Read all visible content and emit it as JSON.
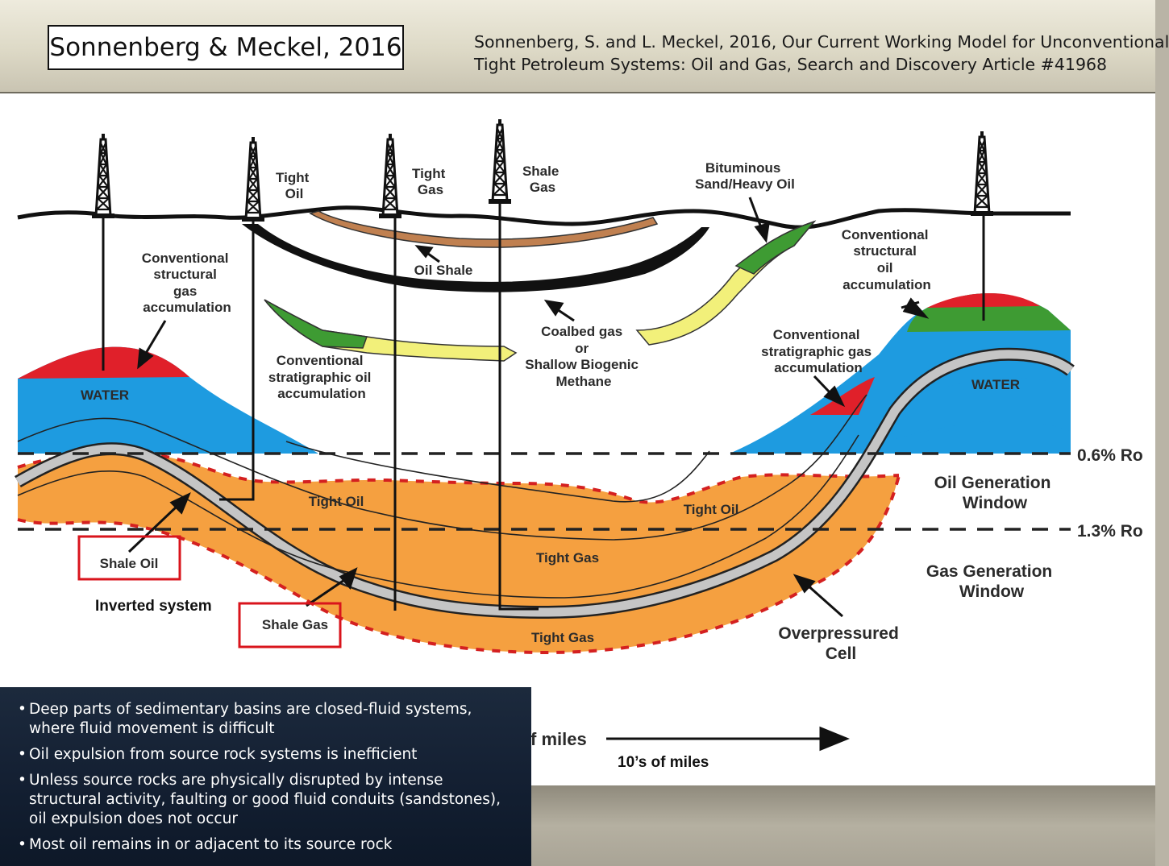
{
  "header": {
    "title": "Sonnenberg & Meckel, 2016",
    "citation_line1": "Sonnenberg, S. and L. Meckel, 2016, Our Current Working Model for Unconventional",
    "citation_line2": "Tight Petroleum Systems: Oil and Gas, Search and Discovery Article #41968"
  },
  "diagram": {
    "labels": {
      "tight_oil_well": [
        "Tight",
        "Oil"
      ],
      "tight_gas_well": [
        "Tight",
        "Gas"
      ],
      "shale_gas_well": [
        "Shale",
        "Gas"
      ],
      "bituminous": [
        "Bituminous",
        "Sand/Heavy Oil"
      ],
      "conv_struct_gas": [
        "Conventional",
        "structural",
        "gas",
        "accumulation"
      ],
      "conv_struct_oil": [
        "Conventional",
        "structural",
        "oil",
        "accumulation"
      ],
      "oil_shale": "Oil Shale",
      "coalbed": [
        "Coalbed gas",
        "or",
        "Shallow Biogenic",
        "Methane"
      ],
      "conv_strat_oil": [
        "Conventional",
        "stratigraphic oil",
        "accumulation"
      ],
      "conv_strat_gas": [
        "Conventional",
        "stratigraphic gas",
        "accumulation"
      ],
      "water_left": "WATER",
      "water_right": "WATER",
      "ro_06": "0.6% Ro",
      "ro_13": "1.3% Ro",
      "oil_window": [
        "Oil Generation",
        "Window"
      ],
      "gas_window": [
        "Gas Generation",
        "Window"
      ],
      "tight_oil_1": "Tight Oil",
      "tight_oil_2": "Tight Oil",
      "tight_gas_1": "Tight Gas",
      "tight_gas_2": "Tight Gas",
      "shale_oil": "Shale Oil",
      "shale_gas": "Shale Gas",
      "inverted": "Inverted system",
      "overpressured": [
        "Overpressured",
        "Cell"
      ],
      "miles_partial": "f miles",
      "miles": "10’s of miles"
    },
    "colors": {
      "water": "#1e9be0",
      "gas_cap": "#e0202a",
      "orange": "#f5a040",
      "green": "#3e9b33",
      "yellow": "#f2f07a",
      "gray": "#c5c5c5",
      "brown": "#c08050",
      "highlight_box": "#d9141c"
    }
  },
  "bullets": [
    "Deep parts of sedimentary basins are closed-fluid systems, where fluid movement is difficult",
    "Oil expulsion from source rock systems is inefficient",
    "Unless source rocks are physically disrupted by intense structural activity, faulting or good fluid conduits (sandstones), oil expulsion does not occur",
    "Most oil remains in or adjacent to its source rock"
  ]
}
